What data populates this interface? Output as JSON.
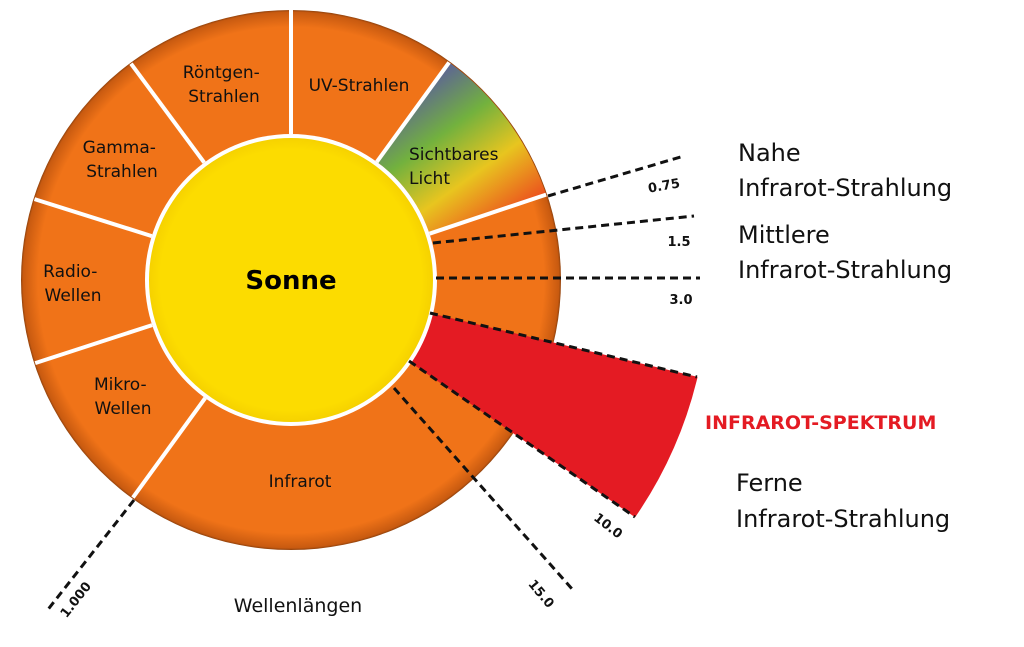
{
  "center_label": "Sonne",
  "ring_segments": [
    {
      "id": "uv",
      "lines": [
        "UV-Strahlen"
      ]
    },
    {
      "id": "roentgen",
      "lines": [
        "Röntgen-",
        "Strahlen"
      ]
    },
    {
      "id": "gamma",
      "lines": [
        "Gamma-",
        "Strahlen"
      ]
    },
    {
      "id": "radio",
      "lines": [
        "Radio-",
        "Wellen"
      ]
    },
    {
      "id": "mikro",
      "lines": [
        "Mikro-",
        "Wellen"
      ]
    },
    {
      "id": "infrarot",
      "lines": [
        "Infrarot"
      ]
    },
    {
      "id": "sichtbar",
      "lines": [
        "Sichtbares",
        "Licht"
      ]
    }
  ],
  "wavelength_ticks": [
    "0.75",
    "1.5",
    "3.0",
    "10.0",
    "15.0",
    "1.000"
  ],
  "side_labels": {
    "nahe": [
      "Nahe",
      "Infrarot-Strahlung"
    ],
    "mittlere": [
      "Mittlere",
      "Infrarot-Strahlung"
    ],
    "spectrum": "INFRAROT-SPEKTRUM",
    "ferne": [
      "Ferne",
      "Infrarot-Strahlung"
    ]
  },
  "axis_label": "Wellenlängen",
  "colors": {
    "ring": "#f07318",
    "sun": "#fcdc00",
    "spectrum": "#e41b23",
    "visible_gradient": [
      "#5a5aa0",
      "#72b13e",
      "#e8c51f",
      "#ec4a1e"
    ]
  }
}
